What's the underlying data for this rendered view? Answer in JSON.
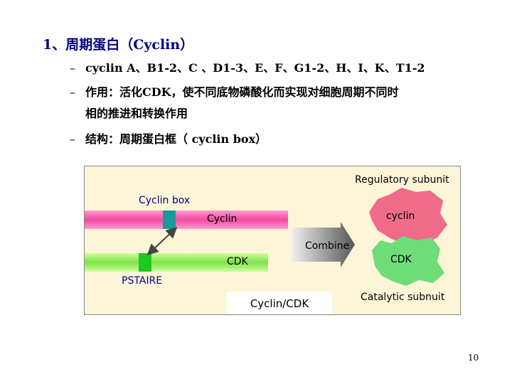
{
  "heading": "1、周期蛋白（Cyclin）",
  "bullets": {
    "dash": "–",
    "b1": "cyclin A、B1-2、C 、D1-3、E、F、G1-2、H、I、K、T1-2",
    "b2_line1": "作用：活化CDK，使不同底物磷酸化而实现对细胞周期不同时",
    "b2_line2": "相的推进和转换作用",
    "b3": "结构：周期蛋白框（ cyclin box）"
  },
  "figure": {
    "regulatory_subunit": "Regulatory subunit",
    "cyclin_box": "Cyclin box",
    "cyclin_bar": "Cyclin",
    "cdk_bar": "CDK",
    "combine": "Combine",
    "pstaire": "PSTAIRE",
    "cyclin_blob": "cyclin",
    "cdk_blob": "CDK",
    "catalytic_subunit": "Catalytic subnuit",
    "complex": "Cyclin/CDK"
  },
  "colors": {
    "heading": "#000080",
    "cyclin_bar": "#f04aa0",
    "cdk_bar": "#7ee14a",
    "cyclin_box": "#1a9a9a",
    "pstaire_box": "#1ec81e",
    "cyclin_blob": "#f06a8a",
    "cdk_blob": "#6fdc7a"
  },
  "page_number": "10"
}
